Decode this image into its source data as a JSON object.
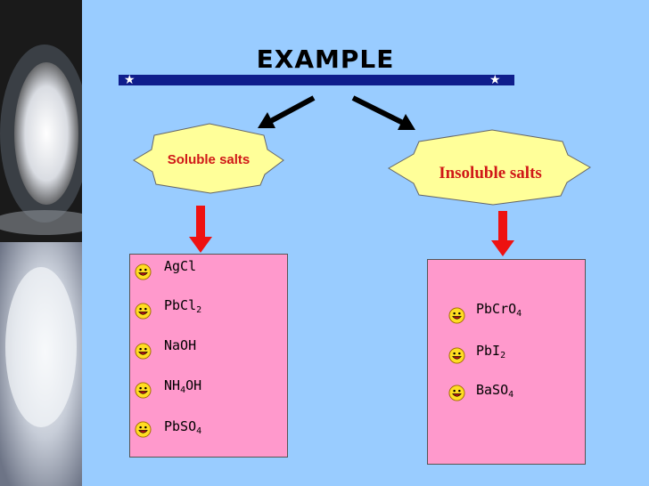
{
  "title": "EXAMPLE",
  "branches": {
    "soluble": {
      "label": "Soluble salts",
      "items": [
        {
          "base": "AgCl",
          "sub": "",
          "tail": ""
        },
        {
          "base": "PbCl",
          "sub": "2",
          "tail": ""
        },
        {
          "base": "NaOH",
          "sub": "",
          "tail": ""
        },
        {
          "base": "NH",
          "sub": "4",
          "tail": "OH"
        },
        {
          "base": "PbSO",
          "sub": "4",
          "tail": ""
        }
      ]
    },
    "insoluble": {
      "label": "Insoluble salts",
      "items": [
        {
          "base": "PbCrO",
          "sub": "4",
          "tail": ""
        },
        {
          "base": "PbI",
          "sub": "2",
          "tail": ""
        },
        {
          "base": "BaSO",
          "sub": "4",
          "tail": ""
        }
      ]
    }
  },
  "icons": [
    "smiley-icon",
    "star-icon",
    "arrow-icon"
  ],
  "colors": {
    "background": "#99ccff",
    "bar": "#0f1d8c",
    "box": "#ff99cc",
    "label": "#d01818",
    "arrow_down": "#ee1111"
  }
}
